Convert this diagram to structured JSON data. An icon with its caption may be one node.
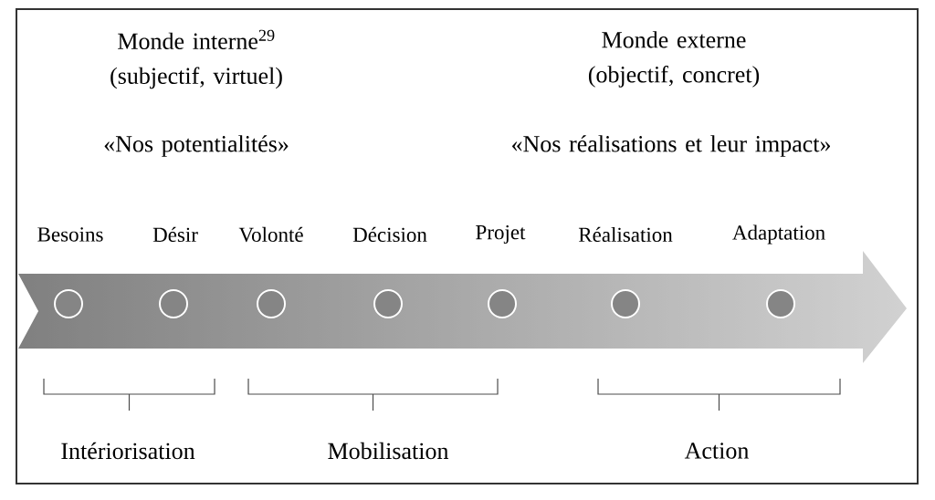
{
  "diagram": {
    "nodes": [
      {
        "text": [],
        "shape": "circle",
        "beside": [
          "Besoins"
        ]
      },
      {
        "text": [],
        "shape": "circle",
        "beside": [
          "Désir"
        ]
      },
      {
        "text": [],
        "shape": "circle",
        "beside": [
          "Volonté"
        ]
      },
      {
        "text": [],
        "shape": "circle",
        "beside": [
          "Décision"
        ]
      },
      {
        "text": [],
        "shape": "circle",
        "beside": [
          "Projet"
        ]
      },
      {
        "text": [],
        "shape": "circle",
        "beside": [
          "Réalisation"
        ]
      },
      {
        "text": [],
        "shape": "circle",
        "beside": [
          "Adaptation"
        ]
      }
    ],
    "labels": [
      "Monde interne$^{29}$ (subjectif, virtuel)",
      "Monde externe (objectif, concret)",
      "«Nos potentialités»",
      "«Nos réalisations et leur impact»",
      "Intériorisation",
      "Mobilisation",
      "Action"
    ]
  }
}
